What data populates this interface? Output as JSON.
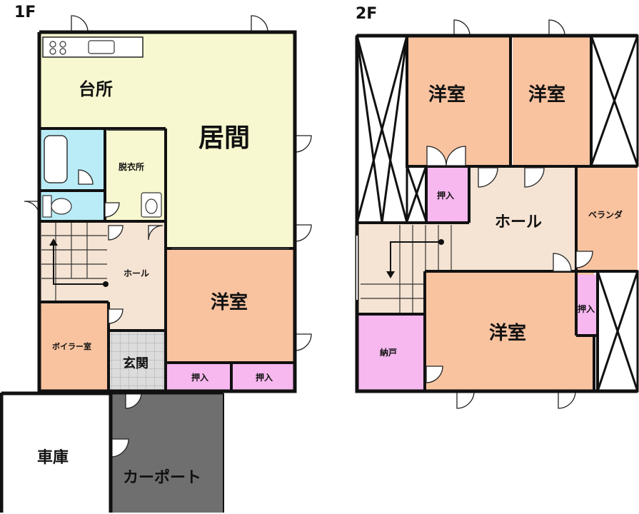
{
  "floors": {
    "first": {
      "label": "1F",
      "rooms": {
        "kitchen": "台所",
        "living": "居間",
        "dressing": "脱衣所",
        "hall": "ホール",
        "western": "洋室",
        "boiler": "ボイラー室",
        "entrance": "玄関",
        "closet_1": "押入",
        "closet_2": "押入",
        "garage": "車庫",
        "carport": "カーポート"
      }
    },
    "second": {
      "label": "2F",
      "rooms": {
        "western_1": "洋室",
        "western_2": "洋室",
        "closet_1": "押入",
        "hall": "ホール",
        "veranda": "ベランダ",
        "closet_2": "押入",
        "western_3": "洋室",
        "storage": "納戸"
      }
    }
  },
  "colors": {
    "kitchen_living": "#f8f8d0",
    "western": "#f9c3a0",
    "hall": "#f5e3d3",
    "closet": "#f6b8ef",
    "bath": "#b9ecf7",
    "entrance": "#d9d9d9",
    "carport": "#6f6f6f",
    "wall": "#111111"
  }
}
